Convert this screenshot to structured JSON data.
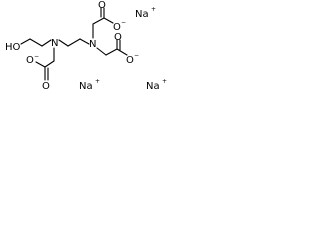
{
  "molecule": {
    "atoms": {
      "hydroxyl": "HO",
      "amine_left": "N",
      "amine_right": "N",
      "carbonyl_o_top": "O",
      "carboxylate_o_top": "O",
      "carbonyl_o_right": "O",
      "carboxylate_o_right": "O",
      "carbonyl_o_bottom": "O",
      "carboxylate_o_bottom": "O",
      "counterion_1": "Na",
      "counterion_2": "Na",
      "counterion_3": "Na"
    },
    "charges": {
      "anion": "−",
      "cation": "+"
    }
  }
}
